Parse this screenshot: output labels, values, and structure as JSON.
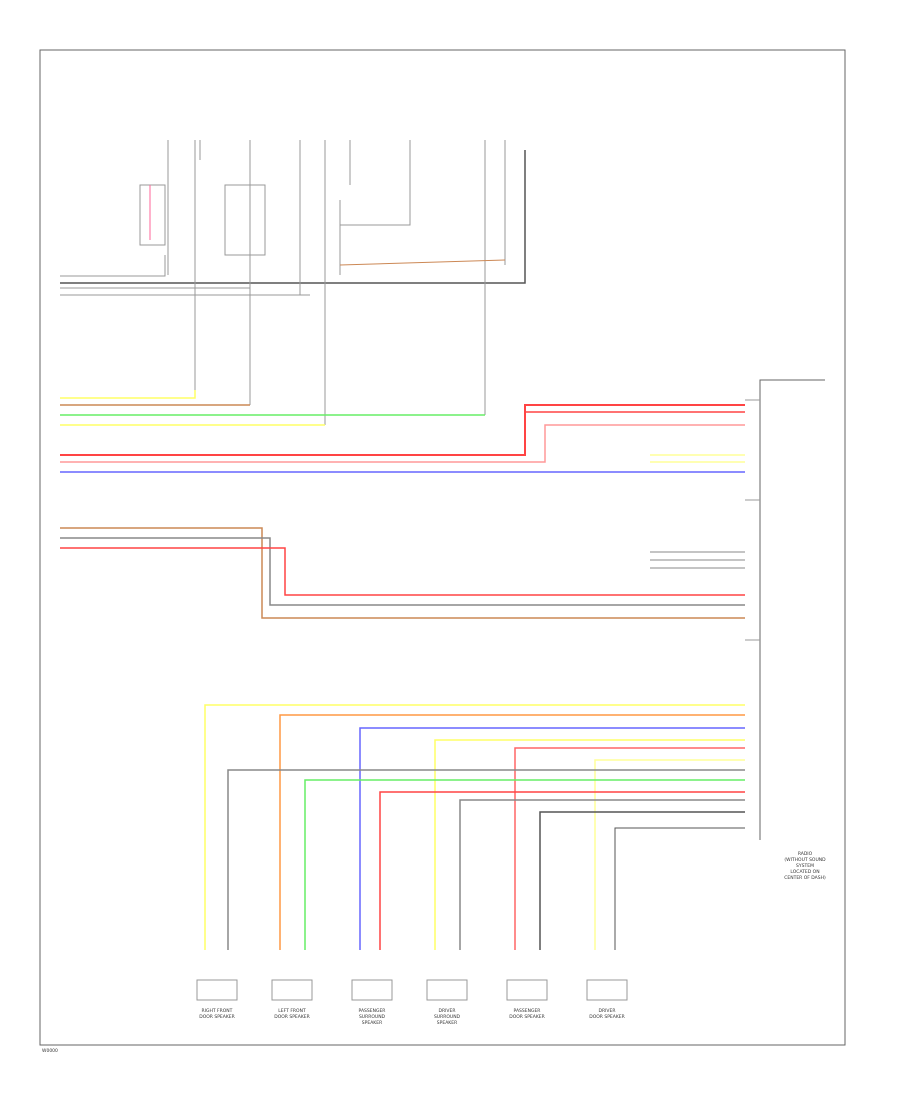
{
  "footer": {
    "code": "W0000"
  },
  "module_label": [
    "RADIO",
    "(WITHOUT SOUND",
    "SYSTEM",
    "LOCATED ON",
    "CENTER OF DASH)"
  ],
  "speakers": [
    {
      "name": [
        "RIGHT FRONT",
        "DOOR SPEAKER"
      ],
      "color": "#ffff66"
    },
    {
      "name": [
        "LEFT FRONT",
        "DOOR SPEAKER"
      ],
      "color": "#ff9944"
    },
    {
      "name": [
        "PASSENGER",
        "SURROUND",
        "SPEAKER"
      ],
      "color": "#6666ff"
    },
    {
      "name": [
        "DRIVER",
        "SURROUND",
        "SPEAKER"
      ],
      "color": "#ffff66"
    },
    {
      "name": [
        "PASSENGER",
        "DOOR SPEAKER"
      ],
      "color": "#ff6666"
    },
    {
      "name": [
        "DRIVER",
        "DOOR SPEAKER"
      ],
      "color": "#ffcc99"
    }
  ],
  "wire_colors": {
    "yellow": "#ffff66",
    "red": "#ff4444",
    "pink": "#ff9999",
    "green": "#66ee66",
    "blue": "#6666ff",
    "brown": "#cc8855",
    "gray": "#888888",
    "dark": "#444444",
    "orange": "#ff9944"
  }
}
